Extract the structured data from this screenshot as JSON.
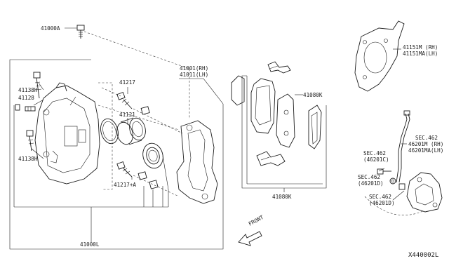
{
  "labels": {
    "p41000a": "41000A",
    "p41001": "41001(RH)",
    "p41011": "41011(LH)",
    "p41217": "41217",
    "p41138h_top": "41138H",
    "p41128": "41128",
    "p41121": "41121",
    "p41138h_bottom": "41138H",
    "p41217a": "41217+A",
    "p41000l": "41000L",
    "p41080k_top": "41080K",
    "p41080k_bottom": "41080K",
    "p41151m": "41151M (RH)",
    "p41151ma": "41151MA(LH)",
    "sec462_a": "SEC.462",
    "sec462_a_ref": "(46201C)",
    "sec462_b": "SEC.462",
    "sec462_b_ref": "(46201D)",
    "sec462_c": "SEC.462",
    "sec462_c_ref": "(46201D)",
    "sec462_d": "SEC.462",
    "p46201m": "46201M (RH)",
    "p46201ma": "46201MA(LH)",
    "front": "FRONT",
    "diagram_code": "X440002L"
  }
}
